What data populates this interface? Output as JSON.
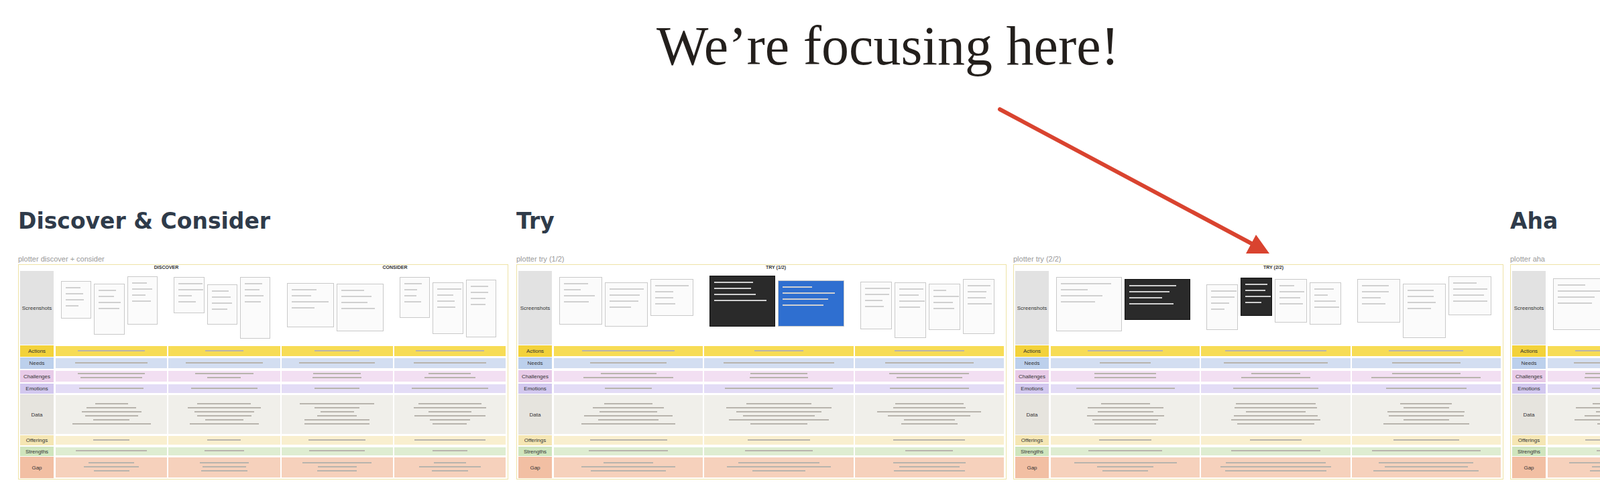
{
  "diagram": {
    "title": "We’re focusing here!",
    "nodes": [
      {
        "text": [
          "Discover & Consider",
          "plotter discover + consider"
        ]
      },
      {
        "text": [
          "Screenshots"
        ],
        "in": 0
      },
      {
        "text": [
          "Actions"
        ],
        "in": 0
      },
      {
        "text": [
          "Needs"
        ],
        "in": 0
      },
      {
        "text": [
          "Challenges"
        ],
        "in": 0
      },
      {
        "text": [
          "Emotions"
        ],
        "in": 0
      },
      {
        "text": [
          "Data"
        ],
        "in": 0
      },
      {
        "text": [
          "Offerings"
        ],
        "in": 0
      },
      {
        "text": [
          "Strengths"
        ],
        "in": 0
      },
      {
        "text": [
          "Gap"
        ],
        "in": 0
      },
      {
        "text": [
          "Try",
          "plotter try (1/2)"
        ]
      },
      {
        "text": [
          "Screenshots"
        ],
        "in": 10
      },
      {
        "text": [
          "Actions"
        ],
        "in": 10
      },
      {
        "text": [
          "Needs"
        ],
        "in": 10
      },
      {
        "text": [
          "Challenges"
        ],
        "in": 10
      },
      {
        "text": [
          "Emotions"
        ],
        "in": 10
      },
      {
        "text": [
          "Data"
        ],
        "in": 10
      },
      {
        "text": [
          "Offerings"
        ],
        "in": 10
      },
      {
        "text": [
          "Strengths"
        ],
        "in": 10
      },
      {
        "text": [
          "Gap"
        ],
        "in": 10
      },
      {
        "text": [
          "plotter try (2/2)"
        ]
      },
      {
        "text": [
          "Screenshots"
        ],
        "in": 20
      },
      {
        "text": [
          "Actions"
        ],
        "in": 20
      },
      {
        "text": [
          "Needs"
        ],
        "in": 20
      },
      {
        "text": [
          "Challenges"
        ],
        "in": 20
      },
      {
        "text": [
          "Emotions"
        ],
        "in": 20
      },
      {
        "text": [
          "Data"
        ],
        "in": 20
      },
      {
        "text": [
          "Offerings"
        ],
        "in": 20
      },
      {
        "text": [
          "Strengths"
        ],
        "in": 20
      },
      {
        "text": [
          "Gap"
        ],
        "in": 20
      },
      {
        "text": [
          "Aha",
          "plotter aha"
        ]
      },
      {
        "text": [
          "Screenshots"
        ],
        "in": 30
      },
      {
        "text": [
          "Actions"
        ],
        "in": 30
      },
      {
        "text": [
          "Needs"
        ],
        "in": 30
      },
      {
        "text": [
          "Challenges"
        ],
        "in": 30
      },
      {
        "text": [
          "Emotions"
        ],
        "in": 30
      },
      {
        "text": [
          "Data"
        ],
        "in": 30
      },
      {
        "text": [
          "Offerings"
        ],
        "in": 30
      },
      {
        "text": [
          "Strengths"
        ],
        "in": 30
      },
      {
        "text": [
          "Gap"
        ],
        "in": 30
      }
    ],
    "labels": [
      "DISCOVER",
      "CONSIDER",
      "TRY (1/2)",
      "TRY (2/2)"
    ]
  }
}
